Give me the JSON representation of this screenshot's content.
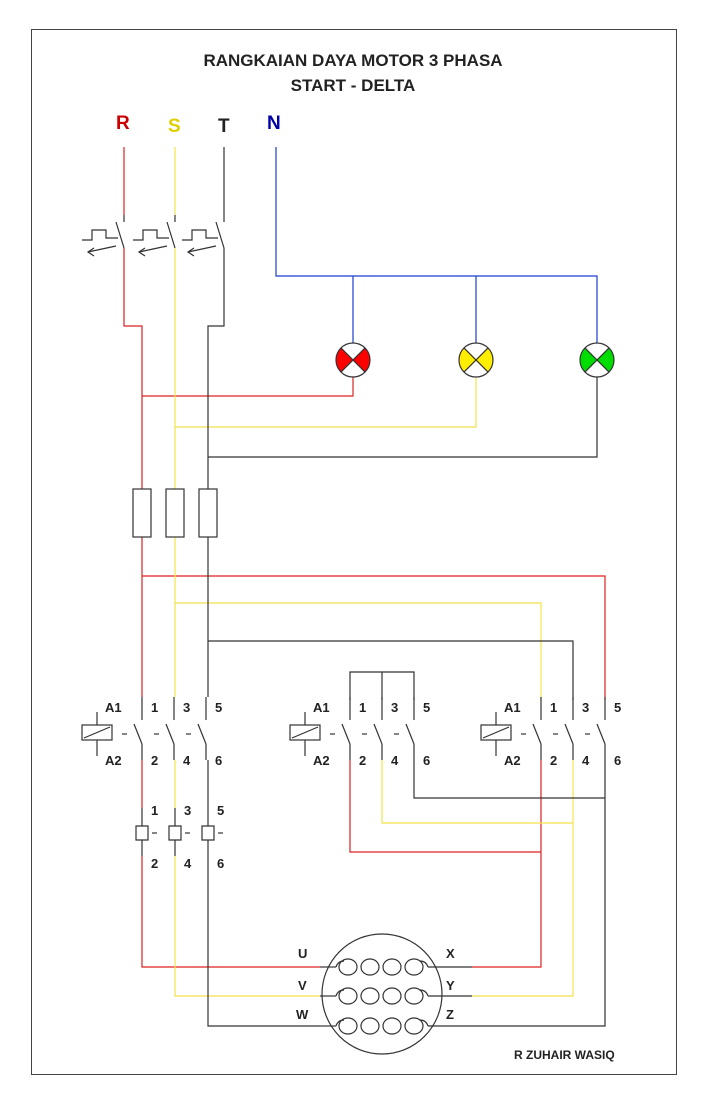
{
  "title": {
    "line1": "RANGKAIAN DAYA MOTOR 3 PHASA",
    "line2": "START - DELTA"
  },
  "phases": {
    "r": {
      "label": "R",
      "color": "#cc0000"
    },
    "s": {
      "label": "S",
      "color": "#e0d000"
    },
    "t": {
      "label": "T",
      "color": "#222222"
    },
    "n": {
      "label": "N",
      "color": "#0000aa"
    }
  },
  "wire_colors": {
    "r": "#dd2222",
    "s": "#f2e24a",
    "t": "#333333",
    "n": "#1a3fcf"
  },
  "lamp_colors": [
    "#ff0000",
    "#ffee00",
    "#00dd00"
  ],
  "contactors": {
    "coil_top": "A1",
    "coil_bottom": "A2",
    "top_terminals": [
      "1",
      "3",
      "5"
    ],
    "bottom_terminals": [
      "2",
      "4",
      "6"
    ]
  },
  "overload": {
    "top_terminals": [
      "1",
      "3",
      "5"
    ],
    "bottom_terminals": [
      "2",
      "4",
      "6"
    ]
  },
  "motor": {
    "left_terminals": [
      "U",
      "V",
      "W"
    ],
    "right_terminals": [
      "X",
      "Y",
      "Z"
    ]
  },
  "author": "R ZUHAIR WASIQ"
}
